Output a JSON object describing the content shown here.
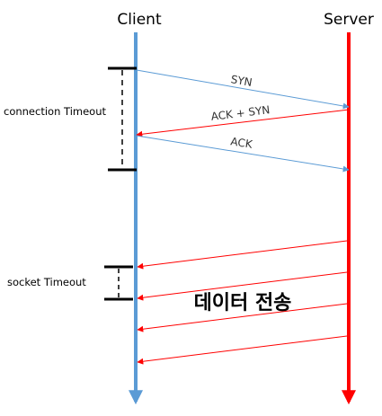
{
  "participants": {
    "client": {
      "label": "Client",
      "color": "#5b9bd5"
    },
    "server": {
      "label": "Server",
      "color": "#ff0000"
    }
  },
  "handshake": {
    "messages": [
      {
        "label": "SYN",
        "from": "client",
        "to": "server",
        "color": "#5b9bd5"
      },
      {
        "label": "ACK + SYN",
        "from": "server",
        "to": "client",
        "color": "#ff0000"
      },
      {
        "label": "ACK",
        "from": "client",
        "to": "server",
        "color": "#5b9bd5"
      }
    ]
  },
  "data_transfer": {
    "label": "데이터 전송",
    "from": "server",
    "to": "client",
    "arrow_count": 4,
    "color": "#ff0000"
  },
  "timeouts": {
    "connection": {
      "label": "connection Timeout"
    },
    "socket": {
      "label": "socket Timeout"
    }
  }
}
